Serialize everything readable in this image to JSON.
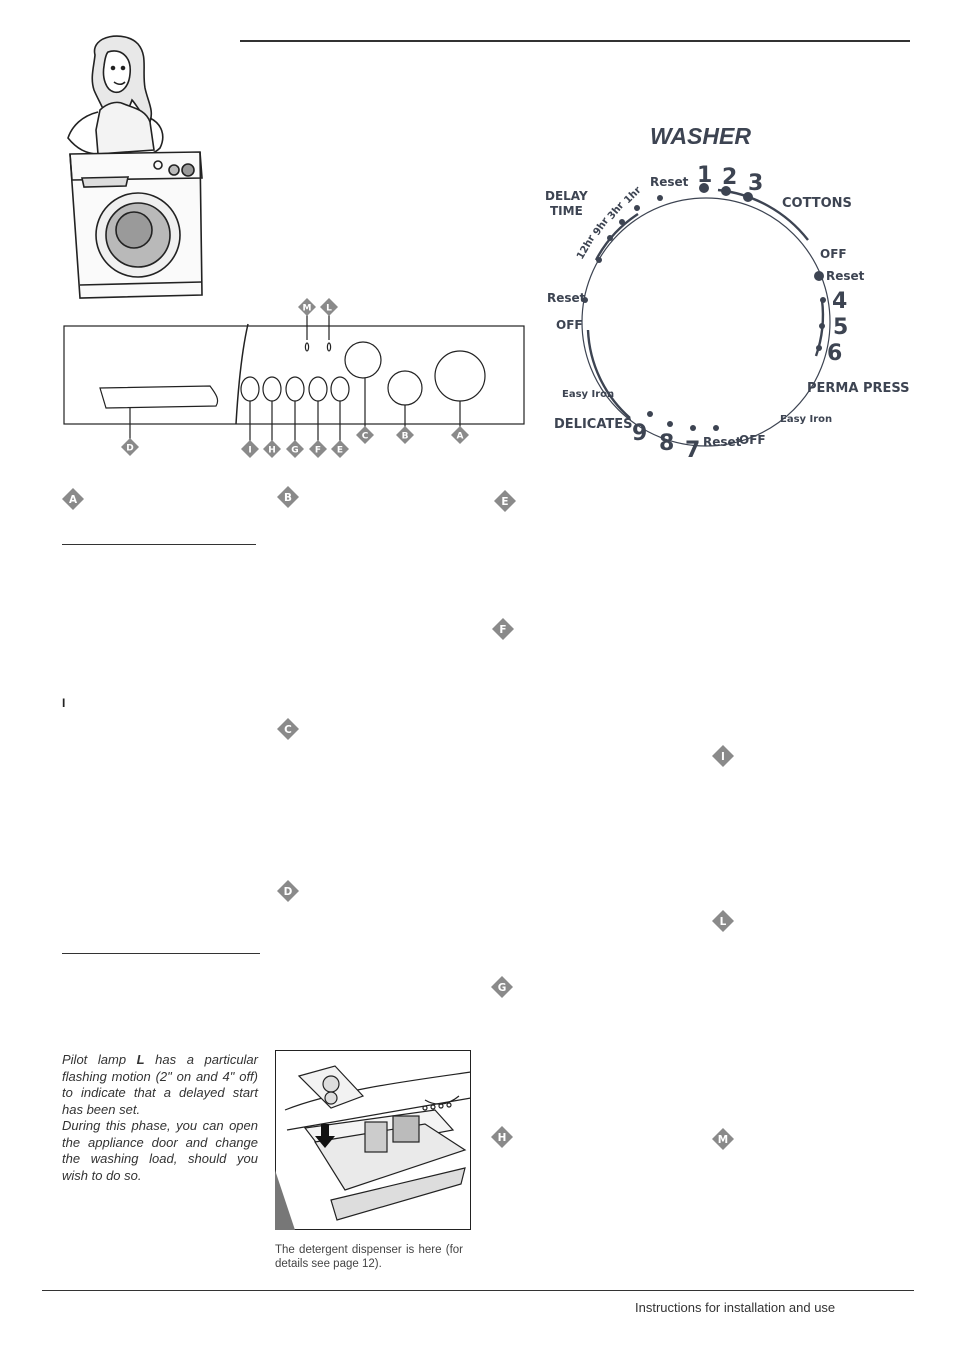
{
  "dial": {
    "title": "WASHER",
    "labels": {
      "delay_time": [
        "DELAY",
        "TIME"
      ],
      "delay_steps": [
        "12hr",
        "9hr",
        "3hr",
        "1hr"
      ],
      "reset": "Reset",
      "off": "OFF",
      "easy_iron": "Easy Iron",
      "cottons": "COTTONS",
      "perma_press": "PERMA PRESS",
      "delicates": "DELICATES",
      "programs": [
        "1",
        "2",
        "3",
        "4",
        "5",
        "6",
        "7",
        "8",
        "9"
      ]
    }
  },
  "panel": {
    "top_markers": [
      "M",
      "L"
    ],
    "bottom_markers": [
      "D",
      "I",
      "H",
      "G",
      "F",
      "E",
      "C",
      "B",
      "A"
    ]
  },
  "section_markers": [
    "A",
    "B",
    "E",
    "F",
    "C",
    "I",
    "D",
    "L",
    "G",
    "H",
    "M"
  ],
  "stray_text": "I",
  "note": {
    "line1_pre": "Pilot lamp ",
    "line1_bold": "L",
    "line1_post": " has a particular flashing motion (2\" on and 4\" off) to indicate that a delayed start has been set.",
    "line2": "During this phase, you can open the appliance door and change the washing load, should you wish to do so."
  },
  "caption": "The detergent dispenser is here (for details see page 12).",
  "footer": "Instructions for installation and use"
}
